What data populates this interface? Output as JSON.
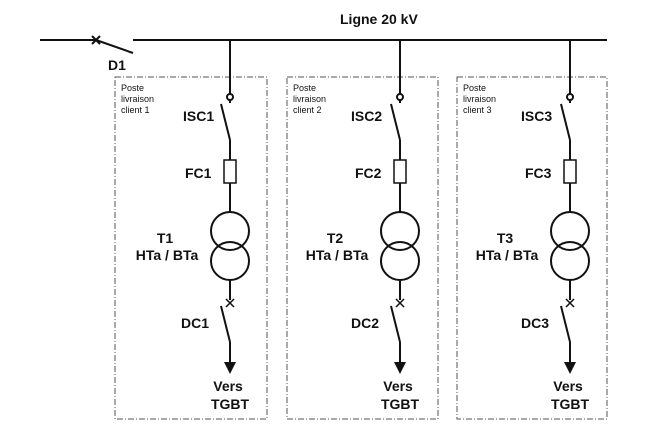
{
  "line_label": "Ligne 20 kV",
  "main_switch_label": "D1",
  "clients": [
    {
      "box_title": [
        "Poste",
        "livraison",
        "client 1"
      ],
      "isc": "ISC1",
      "fc": "FC1",
      "transformer": [
        "T1",
        "HTa / BTa"
      ],
      "dc": "DC1",
      "dest": [
        "Vers",
        "TGBT"
      ]
    },
    {
      "box_title": [
        "Poste",
        "livraison",
        "client 2"
      ],
      "isc": "ISC2",
      "fc": "FC2",
      "transformer": [
        "T2",
        "HTa / BTa"
      ],
      "dc": "DC2",
      "dest": [
        "Vers",
        "TGBT"
      ]
    },
    {
      "box_title": [
        "Poste",
        "livraison",
        "client 3"
      ],
      "isc": "ISC3",
      "fc": "FC3",
      "transformer": [
        "T3",
        "HTa / BTa"
      ],
      "dc": "DC3",
      "dest": [
        "Vers",
        "TGBT"
      ]
    }
  ]
}
